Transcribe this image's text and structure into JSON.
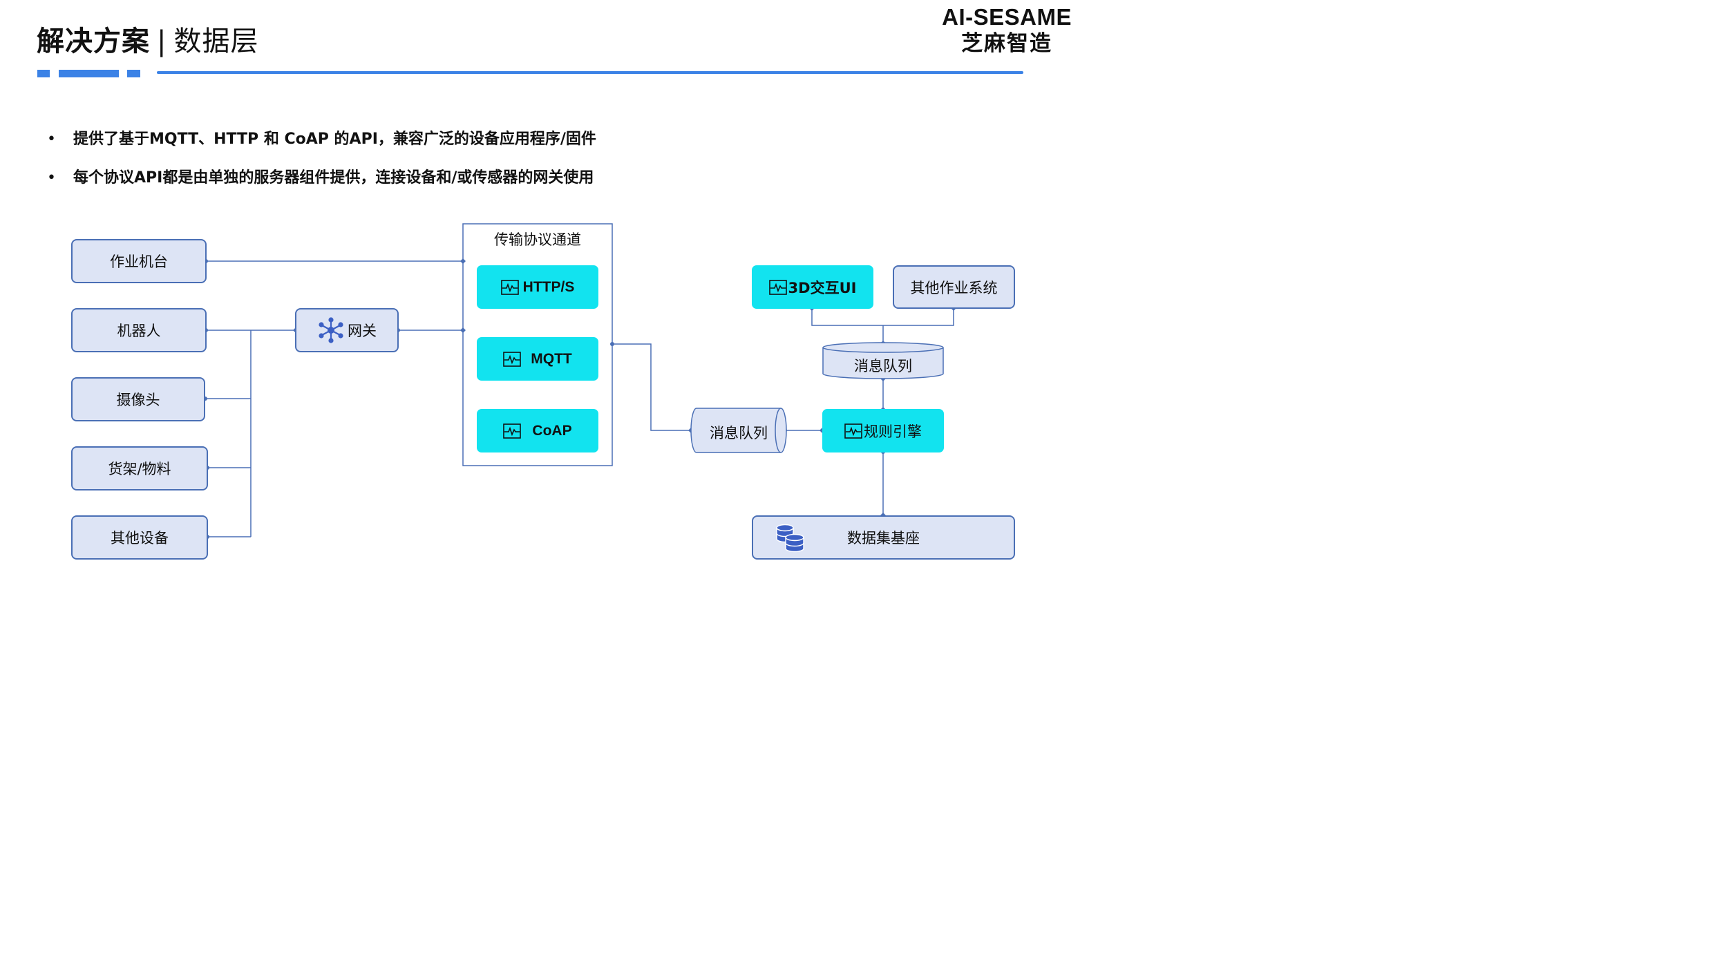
{
  "header": {
    "title": "解决方案",
    "separator": "|",
    "subtitle": "数据层",
    "brand_en": "AI-SESAME",
    "brand_cn": "芝麻智造"
  },
  "bullets": [
    "提供了基于MQTT、HTTP 和 CoAP 的API，兼容广泛的设备应用程序/固件",
    "每个协议API都是由单独的服务器组件提供，连接设备和/或传感器的网关使用"
  ],
  "diagram": {
    "devices": [
      "作业机台",
      "机器人",
      "摄像头",
      "货架/物料",
      "其他设备"
    ],
    "gateway": "网关",
    "protocol_channel": {
      "title": "传输协议通道",
      "protocols": [
        "HTTP/S",
        "MQTT",
        "CoAP"
      ]
    },
    "queue_left": "消息队列",
    "queue_top": "消息队列",
    "rule_engine": "规则引擎",
    "ui_3d": "3D交互UI",
    "other_systems": "其他作业系统",
    "data_base": "数据集基座"
  },
  "colors": {
    "accent_blue": "#3b82e6",
    "device_fill": "#dde4f5",
    "device_border": "#4a6fb5",
    "cyan": "#12e3ef",
    "connector": "#4a6fb5"
  }
}
